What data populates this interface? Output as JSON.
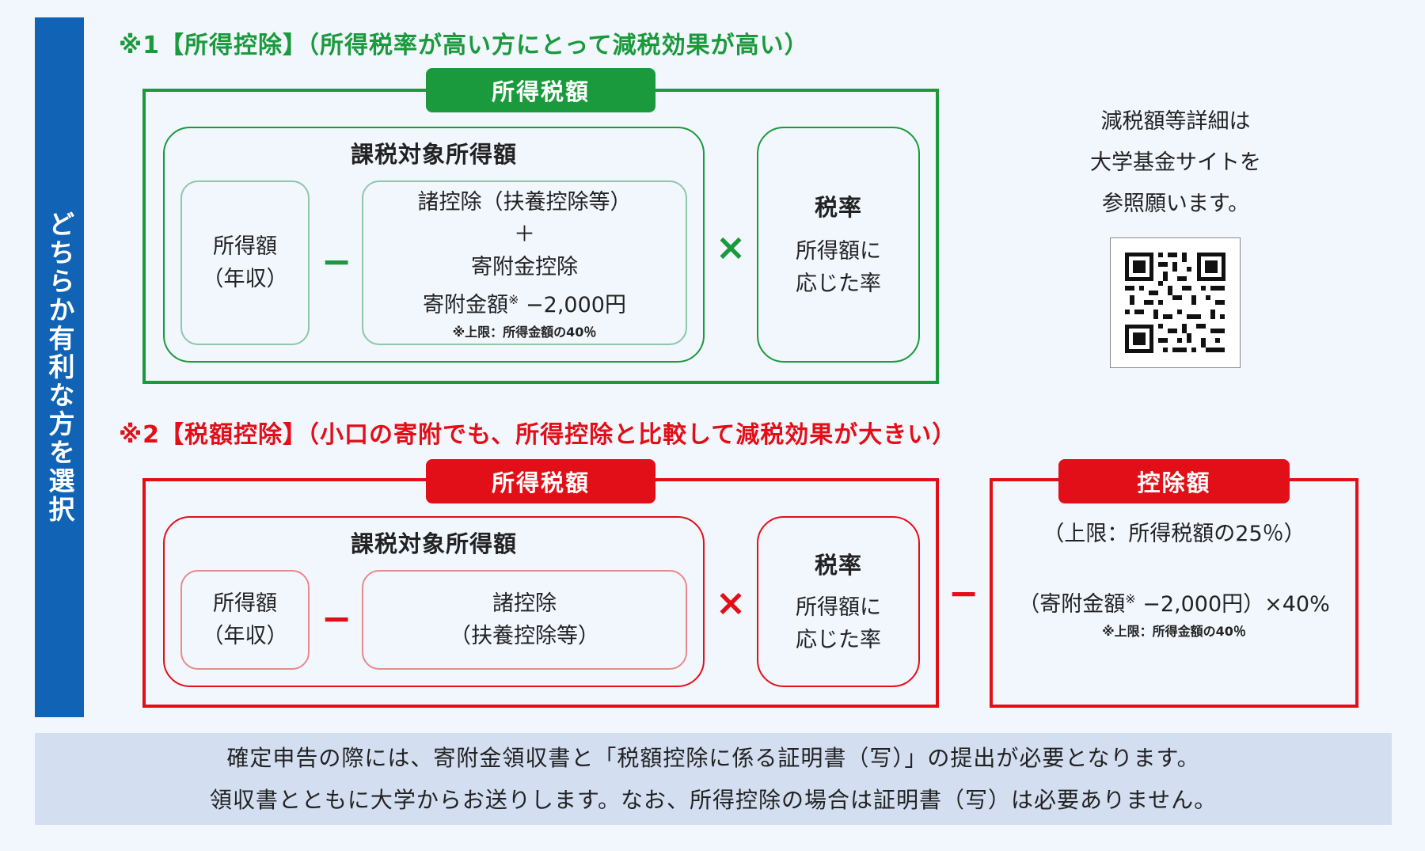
{
  "side_label": "どちらか有利な方を選択",
  "section1": {
    "heading": "※1【所得控除】（所得税率が高い方にとって減税効果が高い）",
    "tag": "所得税額",
    "taxable_title": "課税対象所得額",
    "income_line1": "所得額",
    "income_line2": "（年収）",
    "minus": "−",
    "deduction_line1": "諸控除（扶養控除等）",
    "plus": "＋",
    "deduction_line2": "寄附金控除",
    "deduction_line3": "寄附金額",
    "deduction_note_mark": "※",
    "deduction_line3_tail": " −2,000円",
    "deduction_note": "※上限：所得金額の40％",
    "times": "×",
    "rate_title": "税率",
    "rate_line1": "所得額に",
    "rate_line2": "応じた率"
  },
  "info": {
    "line1": "減税額等詳細は",
    "line2": "大学基金サイトを",
    "line3": "参照願います。"
  },
  "section2": {
    "heading": "※2【税額控除】（小口の寄附でも、所得控除と比較して減税効果が大きい）",
    "tag": "所得税額",
    "taxable_title": "課税対象所得額",
    "income_line1": "所得額",
    "income_line2": "（年収）",
    "minus": "−",
    "deduction_line1": "諸控除",
    "deduction_line2": "（扶養控除等）",
    "times": "×",
    "rate_title": "税率",
    "rate_line1": "所得額に",
    "rate_line2": "応じた率",
    "minus2": "−",
    "credit_tag": "控除額",
    "credit_limit": "（上限：所得税額の25％）",
    "credit_formula_head": "（寄附金額",
    "credit_note_mark": "※",
    "credit_formula_tail": " −2,000円）×40%",
    "credit_note": "※上限：所得金額の40％"
  },
  "footer": {
    "line1": "確定申告の際には、寄附金領収書と「税額控除に係る証明書（写）」の提出が必要となります。",
    "line2": "領収書とともに大学からお送りします。なお、所得控除の場合は証明書（写）は必要ありません。"
  },
  "colors": {
    "green": "#1a9a3c",
    "red": "#e30f18",
    "blue": "#1063b5",
    "background": "#f2f6fd",
    "footer_bg": "#d3dff1"
  }
}
